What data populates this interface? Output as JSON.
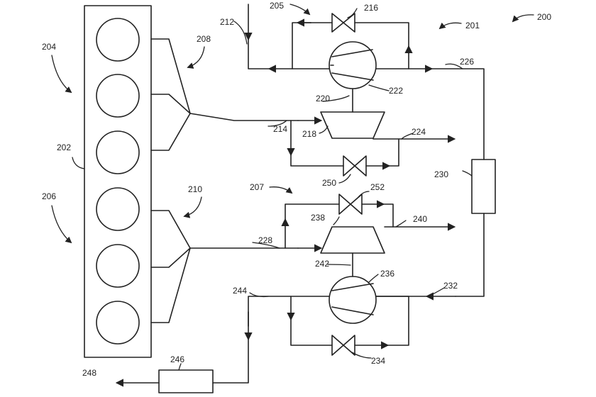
{
  "labels": {
    "l200": "200",
    "l201": "201",
    "l202": "202",
    "l204": "204",
    "l205": "205",
    "l206": "206",
    "l207": "207",
    "l208": "208",
    "l210": "210",
    "l212": "212",
    "l214": "214",
    "l216": "216",
    "l218": "218",
    "l220": "220",
    "l222": "222",
    "l224": "224",
    "l226": "226",
    "l228": "228",
    "l230": "230",
    "l232": "232",
    "l234": "234",
    "l236": "236",
    "l238": "238",
    "l240": "240",
    "l242": "242",
    "l244": "244",
    "l246": "246",
    "l248": "248",
    "l250": "250",
    "l252": "252"
  }
}
